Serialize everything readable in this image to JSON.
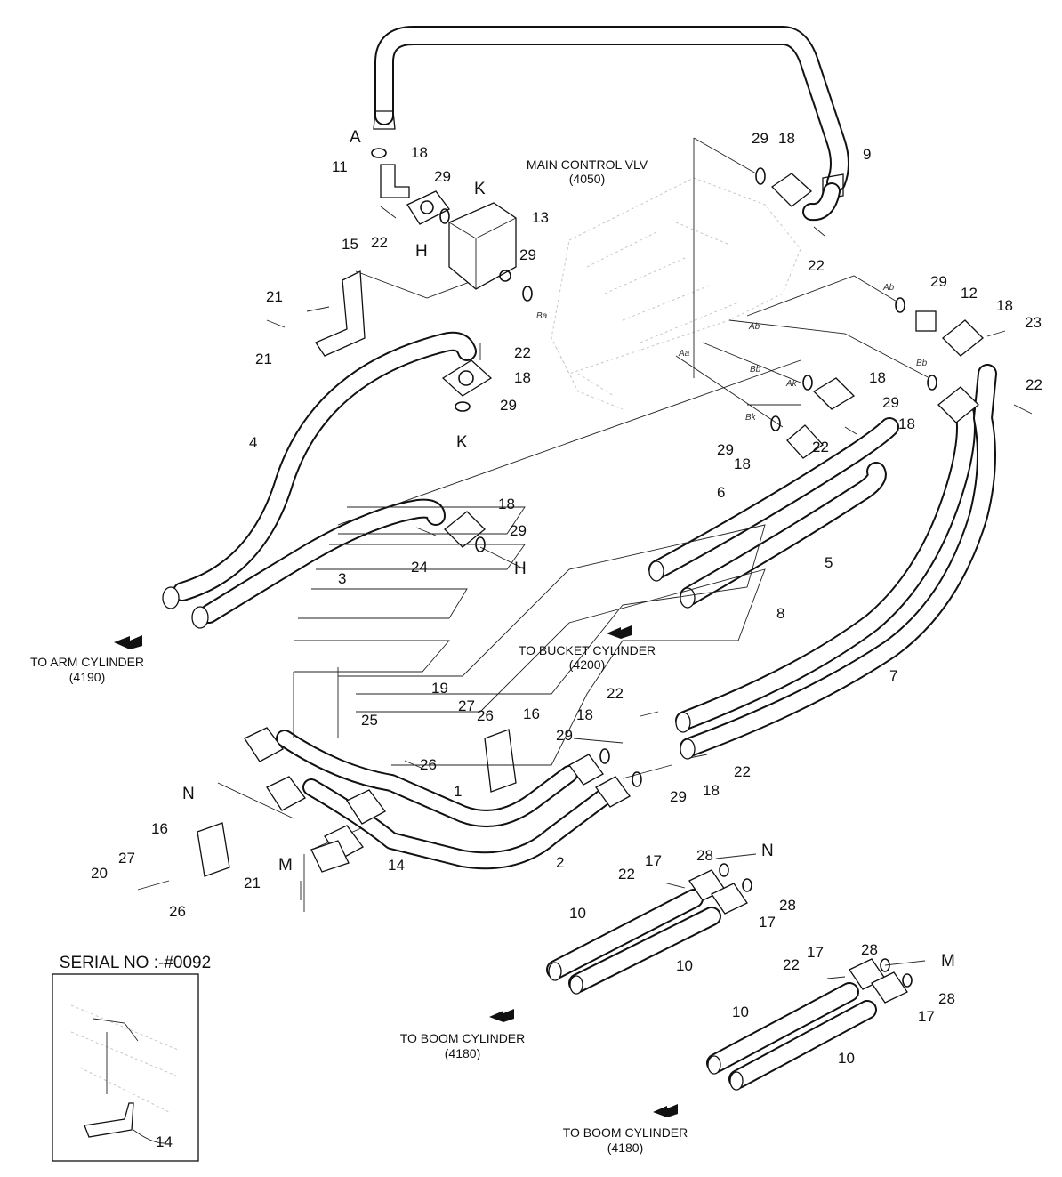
{
  "captions": {
    "main_control_valve": [
      "MAIN CONTROL VLV",
      "(4050)"
    ],
    "arm_cylinder": [
      "TO ARM CYLINDER",
      "(4190)"
    ],
    "bucket_cylinder": [
      "TO BUCKET CYLINDER",
      "(4200)"
    ],
    "boom_cylinder_1": [
      "TO BOOM CYLINDER",
      "(4180)"
    ],
    "boom_cylinder_2": [
      "TO BOOM CYLINDER",
      "(4180)"
    ],
    "serial_no": "SERIAL NO :-#0092"
  },
  "letters": {
    "A": "A",
    "K": "K",
    "H": "H",
    "N": "N",
    "M": "M"
  },
  "ports": {
    "Ba": "Ba",
    "Aa": "Aa",
    "Ab": "Ab",
    "Bb": "Bb",
    "Ak": "Ak",
    "Bk": "Bk"
  },
  "part_numbers": {
    "p1": "1",
    "p2": "2",
    "p3": "3",
    "p4": "4",
    "p5": "5",
    "p6": "6",
    "p7": "7",
    "p8": "8",
    "p9": "9",
    "p10": "10",
    "p11": "11",
    "p12": "12",
    "p13": "13",
    "p14": "14",
    "p15": "15",
    "p16": "16",
    "p17": "17",
    "p18": "18",
    "p19": "19",
    "p20": "20",
    "p21": "21",
    "p22": "22",
    "p23": "23",
    "p24": "24",
    "p25": "25",
    "p26": "26",
    "p27": "27",
    "p28": "28",
    "p29": "29"
  }
}
